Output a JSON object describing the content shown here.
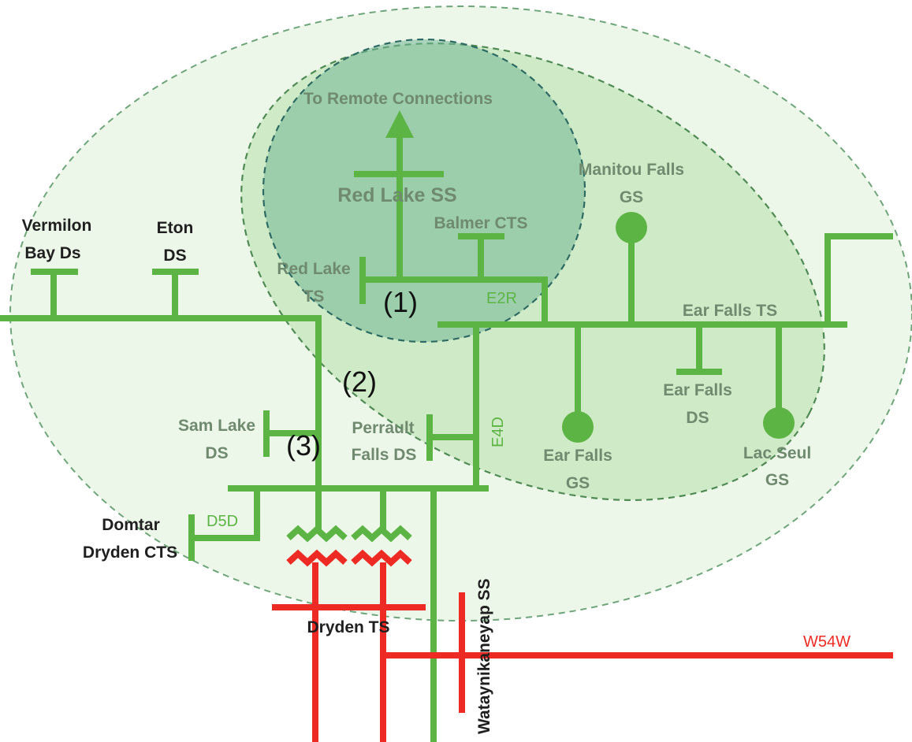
{
  "zones": [
    {
      "label": "(1)"
    },
    {
      "label": "(2)"
    },
    {
      "label": "(3)"
    }
  ],
  "stations": {
    "remote": "To Remote Connections",
    "red_lake_ss": "Red Lake SS",
    "balmer_cts": "Balmer CTS",
    "manitou_1": "Manitou Falls",
    "manitou_2": "GS",
    "vermilon_1": "Vermilon",
    "vermilon_2": "Bay Ds",
    "eton_1": "Eton",
    "eton_2": "DS",
    "red_lake_ts_1": "Red Lake",
    "red_lake_ts_2": "TS",
    "ear_falls_ts": "Ear Falls TS",
    "ear_falls_ds_1": "Ear Falls",
    "ear_falls_ds_2": "DS",
    "ear_falls_gs_1": "Ear Falls",
    "ear_falls_gs_2": "GS",
    "lac_seul_gs_1": "Lac Seul",
    "lac_seul_gs_2": "GS",
    "sam_lake_1": "Sam Lake",
    "sam_lake_2": "DS",
    "perrault_1": "Perrault",
    "perrault_2": "Falls DS",
    "domtar_1": "Domtar",
    "domtar_2": "Dryden CTS",
    "dryden_ts": "Dryden TS",
    "wataynikaneyap": "Wataynikaneyap SS"
  },
  "lines": {
    "e2r": "E2R",
    "e4d": "E4D",
    "d5d": "D5D",
    "w54w": "W54W"
  },
  "colors": {
    "line_green": "#5cb444",
    "line_red": "#ee2a24",
    "label_green": "#6f8a6f",
    "label_black": "#1f1f1f"
  }
}
